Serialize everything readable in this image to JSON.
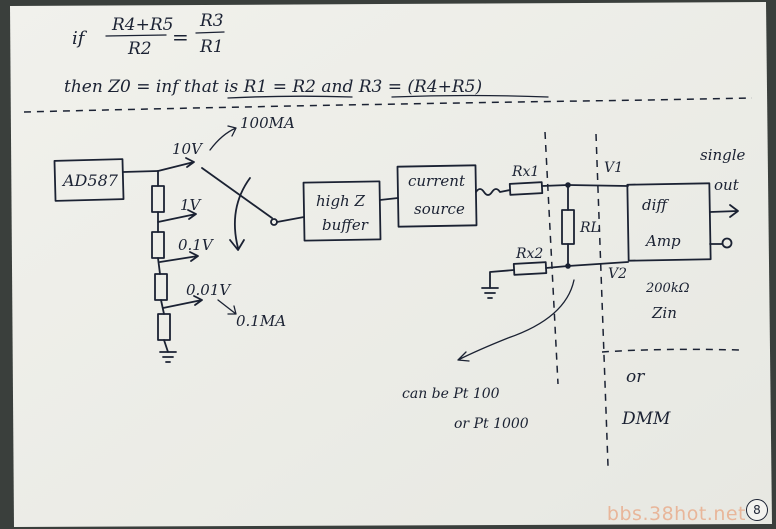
{
  "equations": {
    "cond_if": "if",
    "num_left": "R4+R5",
    "den_left": "R2",
    "num_right": "R3",
    "den_right": "R1",
    "eq_sign": "=",
    "then_text": "then  Z0 = inf   that is   R1 = R2   and  R3 = (R4+R5)"
  },
  "source": {
    "chip_label": "AD587",
    "range_10v": "10V",
    "range_1v": "1V",
    "range_01v": "0.1V",
    "range_001v": "0.01V",
    "current_100ma": "100MA",
    "current_01ma": "0.1MA"
  },
  "blocks": {
    "buffer_line1": "high Z",
    "buffer_line2": "buffer",
    "current_line1": "current",
    "current_line2": "source",
    "diff_line1": "diff",
    "diff_line2": "Amp"
  },
  "components": {
    "rx1": "Rx1",
    "rx2": "Rx2",
    "r_l": "RL",
    "v1": "V1",
    "v2": "V2"
  },
  "output": {
    "label_line1": "single",
    "label_line2": "out",
    "impedance_line1": "200kΩ",
    "impedance_line2": "Zin"
  },
  "notes": {
    "can_be_pt100": "can be  Pt 100",
    "or_pt1000": "or Pt 1000",
    "alt_or": "or",
    "alt_dmm": "DMM"
  },
  "watermark": "bbs.38hot.net",
  "page_number": "8"
}
